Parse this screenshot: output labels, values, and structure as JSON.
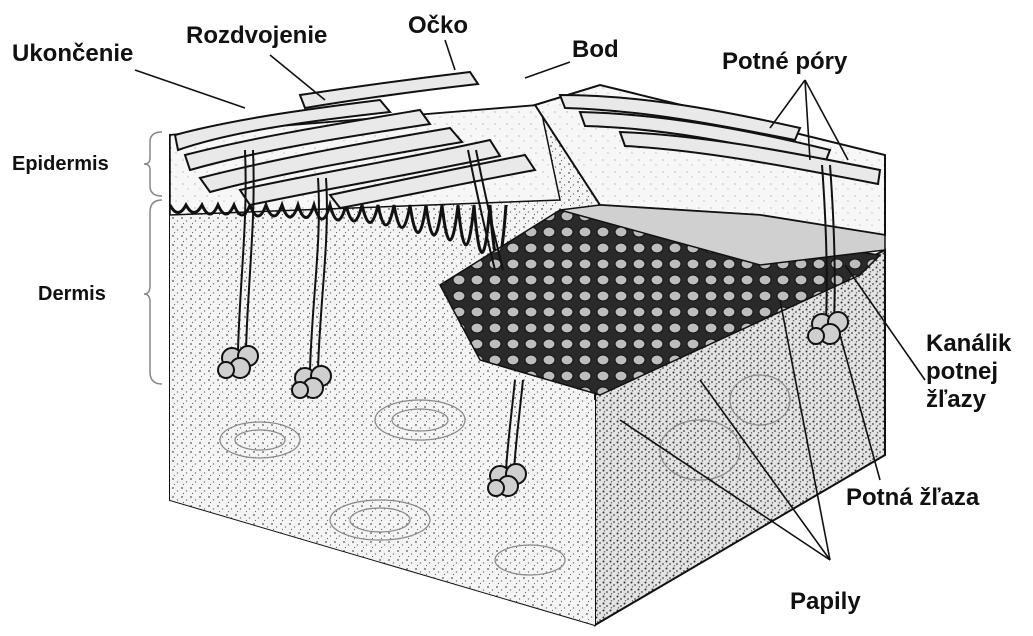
{
  "labels": {
    "ending": "Ukončenie",
    "bifurcation": "Rozdvojenie",
    "eye": "Očko",
    "dot": "Bod",
    "sweat_pores": "Potné póry",
    "epidermis": "Epidermis",
    "dermis": "Dermis",
    "duct_line1": "Kanálik",
    "duct_line2": "potnej",
    "duct_line3": "žľazy",
    "sweat_gland": "Potná žľaza",
    "papillae": "Papily"
  },
  "colors": {
    "ink": "#111111",
    "skin_light": "#f2f2f2",
    "skin_mid": "#d9d9d9",
    "ridge_dark": "#1a1a1a",
    "background": "#ffffff"
  }
}
